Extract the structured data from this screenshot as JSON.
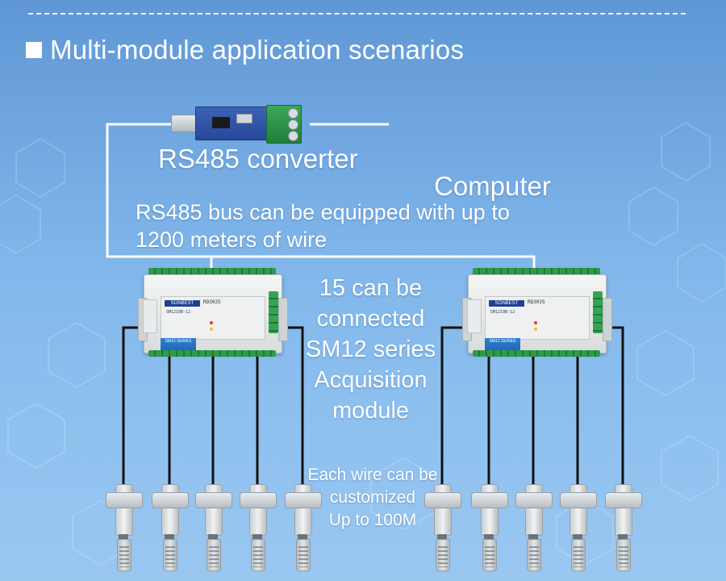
{
  "heading": {
    "text": "Multi-module application scenarios"
  },
  "labels": {
    "converter": "RS485 converter",
    "computer": "Computer",
    "bus_line1": "RS485 bus can be equipped with up to",
    "bus_line2": "1200 meters of wire"
  },
  "modules_caption": [
    "15 can be",
    "connected",
    "SM12 series",
    "Acquisition",
    "module"
  ],
  "wire_caption": [
    "Each wire can be",
    "customized",
    "Up to 100M"
  ],
  "module_label": {
    "brand": "SONBEST",
    "model": "RD3025",
    "sub": "SM1210B-12",
    "tag": "SM12 SERIES"
  },
  "colors": {
    "background_top": "#5f97d6",
    "background_bottom": "#9ac7f0",
    "wire": "#111111",
    "bus_line": "#ffffff",
    "terminal_green": "#2f9a4a",
    "pcb_blue": "#3b63b6"
  }
}
